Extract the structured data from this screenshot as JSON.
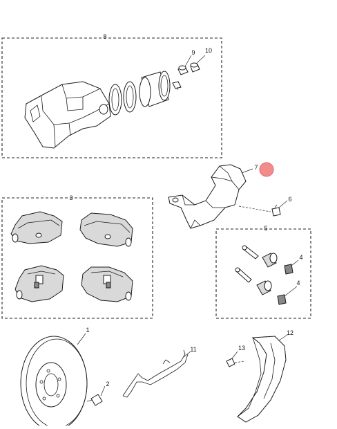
{
  "diagram": {
    "callouts": {
      "c1": "1",
      "c2": "2",
      "c3": "3",
      "c4a": "4",
      "c4b": "4",
      "c5": "5",
      "c6": "6",
      "c7": "7",
      "c8": "8",
      "c9": "9",
      "c10": "10",
      "c11": "11",
      "c12": "12",
      "c13": "13"
    },
    "highlight_marker": {
      "color": "#f28b8b",
      "target_callout": "7"
    }
  }
}
